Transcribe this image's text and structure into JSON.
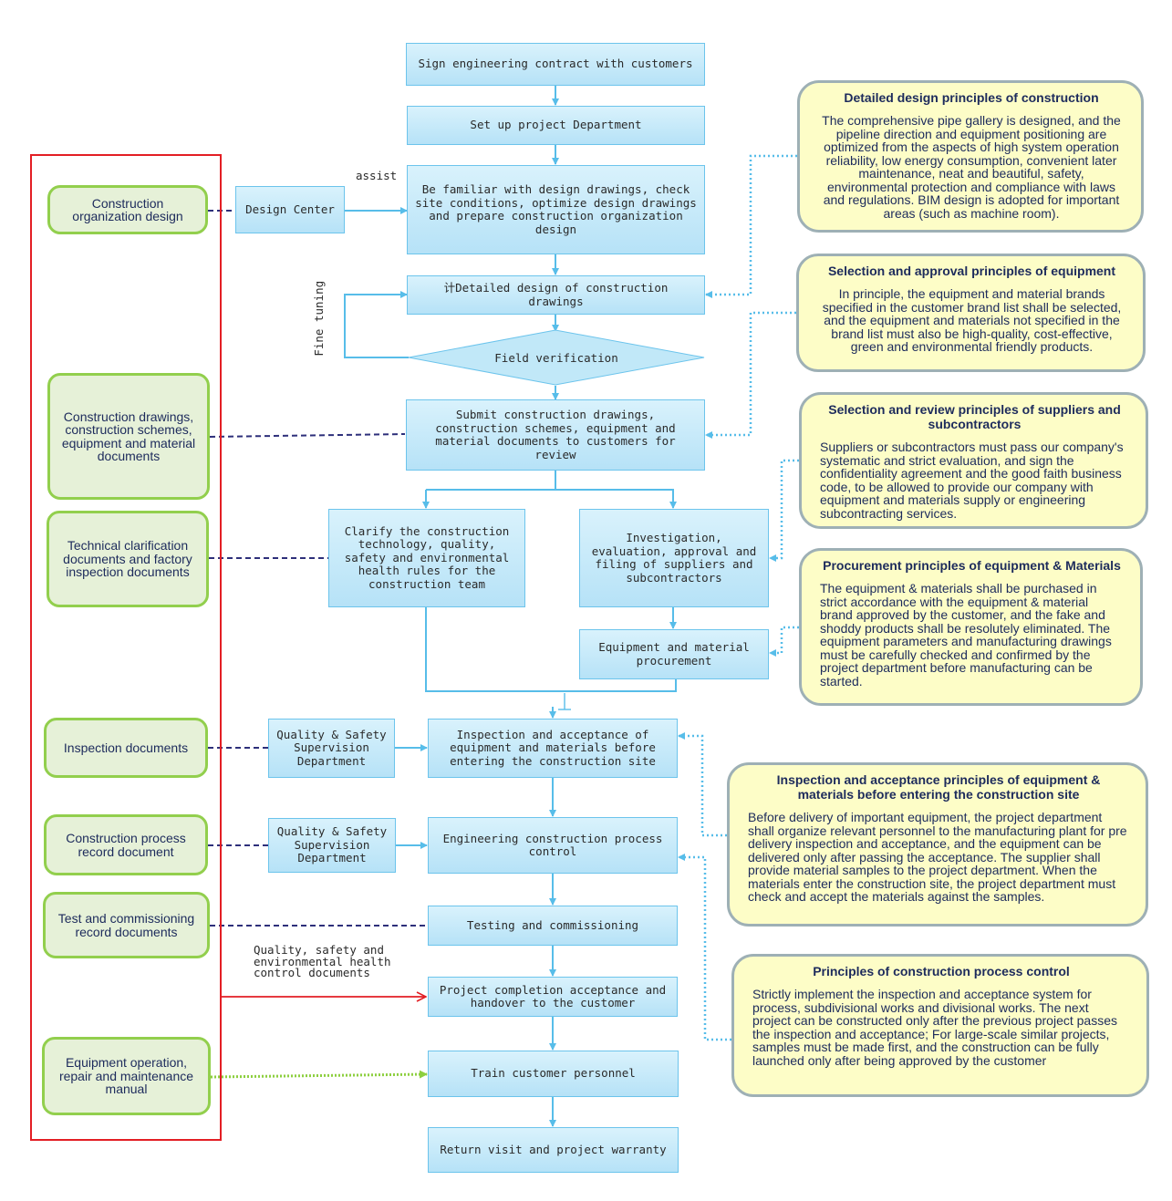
{
  "flow": {
    "sign": "Sign engineering contract with customers",
    "setup": "Set up project Department",
    "familiar": "Be familiar with design drawings, check site conditions, optimize design drawings and prepare construction organization design",
    "detailed": "计Detailed design of construction drawings",
    "field": "Field verification",
    "submit": "Submit construction drawings, construction schemes, equipment and material documents to customers for review",
    "clarify": "Clarify the construction technology, quality, safety and environmental health rules for the construction team",
    "investigation": "Investigation, evaluation, approval and filing of suppliers and subcontractors",
    "procurement": "Equipment and material procurement",
    "inspection": "Inspection and acceptance of equipment and materials before entering the construction site",
    "process_control": "Engineering construction process control",
    "testing": "Testing and commissioning",
    "completion": "Project completion acceptance and handover to the customer",
    "train": "Train customer personnel",
    "return_visit": "Return visit and project warranty"
  },
  "side": {
    "design_center": "Design Center",
    "qs_dept_1": "Quality & Safety Supervision Department",
    "qs_dept_2": "Quality & Safety Supervision Department"
  },
  "labels": {
    "assist": "assist",
    "fine_tuning": "Fine tuning",
    "quality_docs": "Quality, safety and environmental health control documents"
  },
  "documents": {
    "org_design": "Construction organization design",
    "drawings_docs": "Construction drawings, construction schemes, equipment and material documents",
    "tech_docs": "Technical clarification documents and factory inspection documents",
    "inspection_docs": "Inspection documents",
    "process_record": "Construction process record document",
    "test_record": "Test and commissioning record documents",
    "manual": "Equipment operation, repair and maintenance manual"
  },
  "principles": {
    "design": {
      "title": "Detailed design principles of construction",
      "body": "The comprehensive pipe gallery is designed, and the pipeline direction and equipment positioning are optimized from the aspects of high system operation reliability, low energy consumption, convenient later maintenance, neat and beautiful, safety, environmental protection and compliance with laws and regulations. BIM design is adopted for important areas (such as machine room)."
    },
    "equipment": {
      "title": "Selection and approval principles of equipment",
      "body": "In principle, the equipment and material brands specified in the customer brand list shall be selected, and the equipment and materials not specified in the brand list must also be high-quality, cost-effective, green and environmental friendly products."
    },
    "suppliers": {
      "title": "Selection and review principles of suppliers and subcontractors",
      "body": "Suppliers or subcontractors must pass our company's systematic and strict evaluation, and sign the confidentiality agreement and the good faith business code, to be allowed to provide our company with equipment and materials supply or engineering subcontracting services."
    },
    "procurement": {
      "title": "Procurement principles of equipment & Materials",
      "body": "The equipment & materials shall be purchased in strict accordance with the equipment & material brand approved by the customer, and the fake and shoddy products shall be resolutely eliminated. The equipment parameters and manufacturing drawings must be carefully checked and confirmed by the project department before manufacturing can be started."
    },
    "inspection": {
      "title": "Inspection and acceptance principles of equipment & materials before entering the construction site",
      "body": "Before delivery of important equipment, the project department shall organize relevant personnel to the manufacturing plant for pre delivery inspection and acceptance, and the equipment can be delivered only after passing the acceptance. The supplier shall provide material samples to the project department. When the materials enter the construction site, the project department must check and accept the materials against the samples."
    },
    "process": {
      "title": "Principles of construction process control",
      "body": "Strictly implement the inspection and acceptance system for process, subdivisional works and divisional works. The next project can be constructed only after the previous project passes the inspection and acceptance; For large-scale similar projects, samples must be made first, and the construction can be fully launched only after being approved by the customer"
    }
  },
  "colors": {
    "flow_border": "#6cc4ec",
    "flow_fill": "#b6e2f7",
    "arrow": "#57bde9",
    "doc_border": "#92cf4d",
    "doc_fill": "#e6f1d8",
    "principle_border": "#9eb0b5",
    "principle_fill": "#fdfdc7",
    "dashed_link": "#2d2f7a",
    "red_frame": "#e31e24",
    "green_dotted": "#8dcf3f"
  }
}
